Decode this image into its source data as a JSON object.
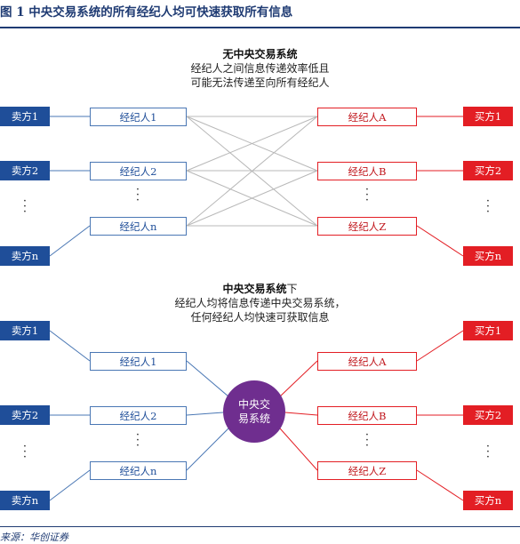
{
  "header": {
    "title": "图 1   中央交易系统的所有经纪人均可快速获取所有信息"
  },
  "top_panel": {
    "caption_line1": "无中央交易系统",
    "caption_line2": "经纪人之间信息传递效率低且",
    "caption_line3": "可能无法传递至向所有经纪人",
    "sellers": [
      "卖方1",
      "卖方2",
      "卖方n"
    ],
    "left_brokers": [
      "经纪人1",
      "经纪人2",
      "经纪人n"
    ],
    "right_brokers": [
      "经纪人A",
      "经纪人B",
      "经纪人Z"
    ],
    "buyers": [
      "买方1",
      "买方2",
      "买方n"
    ]
  },
  "bottom_panel": {
    "caption_line1_bold": "中央交易系统",
    "caption_line1_suffix": "下",
    "caption_line2": "经纪人均将信息传递中央交易系统，",
    "caption_line3": "任何经纪人均快速可获取信息",
    "hub_label": "中央交易系统",
    "sellers": [
      "卖方1",
      "卖方2",
      "卖方n"
    ],
    "left_brokers": [
      "经纪人1",
      "经纪人2",
      "经纪人n"
    ],
    "right_brokers": [
      "经纪人A",
      "经纪人B",
      "经纪人Z"
    ],
    "buyers": [
      "买方1",
      "买方2",
      "买方n"
    ]
  },
  "footer": {
    "source": "来源：华创证券"
  },
  "colors": {
    "seller_blue": "#1f4e99",
    "buyer_red": "#e31e24",
    "hub_purple": "#6f2e8f",
    "rule_navy": "#1f3b73"
  }
}
